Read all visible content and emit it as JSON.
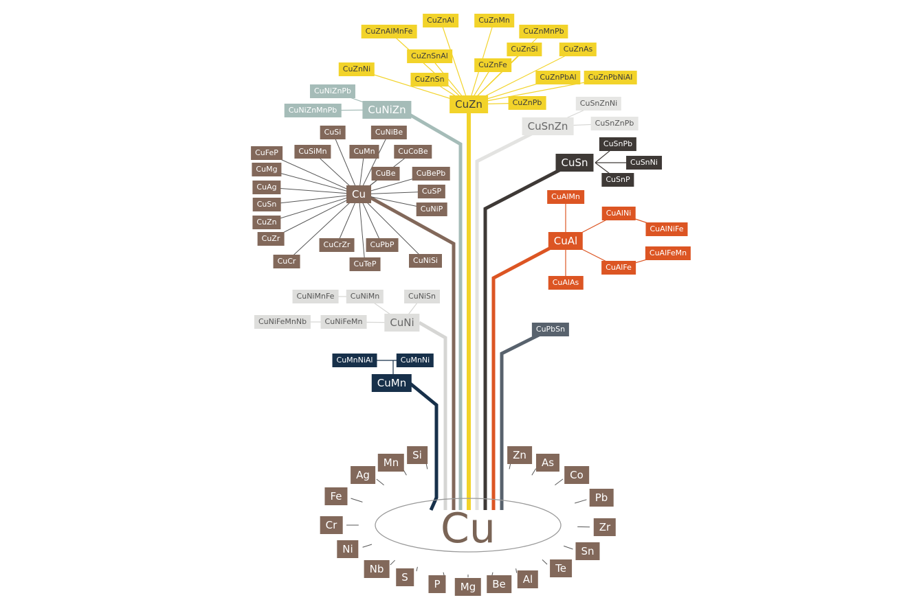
{
  "colors": {
    "brown": "#82685a",
    "yellow": "#f2d32a",
    "teal": "#a5bcb8",
    "lightgray": "#d6d6d4",
    "dark": "#3e3936",
    "orange": "#dc5523",
    "navy": "#17304a",
    "slate": "#58626d",
    "ellipse": "#999999"
  },
  "center_label": "Cu",
  "elements": [
    "Ag",
    "Mn",
    "Si",
    "Fe",
    "Cr",
    "Ni",
    "Nb",
    "S",
    "P",
    "Mg",
    "Be",
    "Al",
    "Te",
    "Sn",
    "Zr",
    "Pb",
    "Co",
    "As",
    "Zn"
  ],
  "groups": {
    "cu": {
      "root": "Cu",
      "children": [
        "CuSi",
        "CuNiBe",
        "CuFeP",
        "CuSiMn",
        "CuMn",
        "CuCoBe",
        "CuMg",
        "CuBe",
        "CuBePb",
        "CuAg",
        "CuSP",
        "CuSn",
        "CuNiP",
        "CuZn",
        "CuZr",
        "CuCrZr",
        "CuPbP",
        "CuCr",
        "CuTeP",
        "CuNiSi"
      ]
    },
    "cuzn": {
      "root": "CuZn",
      "children": [
        "CuZnAl",
        "CuZnMn",
        "CuZnAlMnFe",
        "CuZnMnPb",
        "CuZnSnAl",
        "CuZnSi",
        "CuZnAs",
        "CuZnNi",
        "CuZnFe",
        "CuZnSn",
        "CuZnPbAl",
        "CuZnPbNiAl",
        "CuZnPb"
      ]
    },
    "cunizn": {
      "root": "CuNiZn",
      "children": [
        "CuNiZnPb",
        "CuNiZnMnPb"
      ]
    },
    "cusnzn": {
      "root": "CuSnZn",
      "children": [
        "CuSnZnNi",
        "CuSnZnPb"
      ]
    },
    "cusn": {
      "root": "CuSn",
      "children": [
        "CuSnPb",
        "CuSnNi",
        "CuSnP"
      ]
    },
    "cual": {
      "root": "CuAl",
      "children": [
        "CuAlMn",
        "CuAlNi",
        "CuAlNiFe",
        "CuAlFeMn",
        "CuAlFe",
        "CuAlAs"
      ]
    },
    "cuni": {
      "root": "CuNi",
      "children": [
        "CuNiMnFe",
        "CuNiMn",
        "CuNiSn",
        "CuNiFeMnNb",
        "CuNiFeMn"
      ]
    },
    "cumn": {
      "root": "CuMn",
      "children": [
        "CuMnNiAl",
        "CuMnNi"
      ]
    },
    "cupbsn": {
      "root": "CuPbSn",
      "children": []
    }
  }
}
